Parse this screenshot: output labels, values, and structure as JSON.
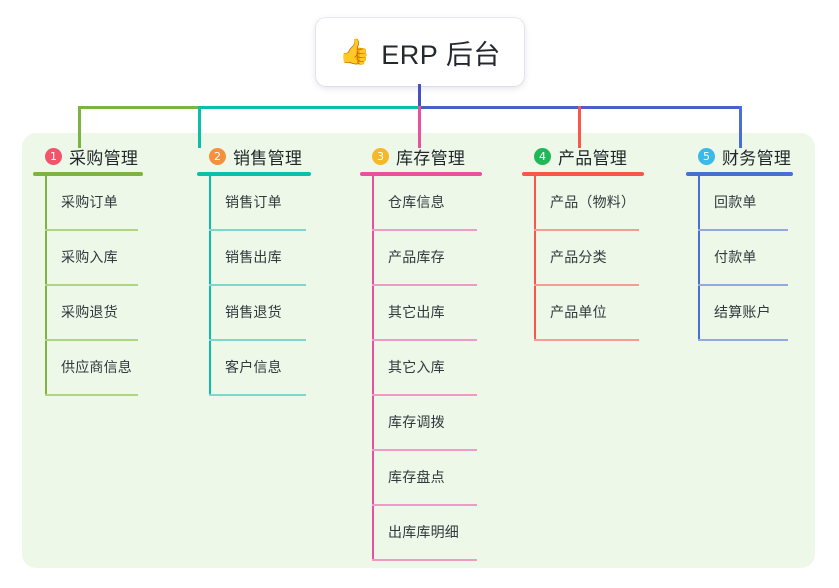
{
  "root": {
    "icon": "thumbs-up-icon",
    "emoji": "👍",
    "title": "ERP 后台"
  },
  "canvas": {
    "background": "#eef8e9"
  },
  "columns": [
    {
      "index": "1",
      "title": "采购管理",
      "badge_color": "#f2556a",
      "line_color": "#7cb342",
      "rule_color": "#aed581",
      "items": [
        "采购订单",
        "采购入库",
        "采购退货",
        "供应商信息"
      ]
    },
    {
      "index": "2",
      "title": "销售管理",
      "badge_color": "#f7903d",
      "line_color": "#0bbfa9",
      "rule_color": "#7fd6cb",
      "items": [
        "销售订单",
        "销售出库",
        "销售退货",
        "客户信息"
      ]
    },
    {
      "index": "3",
      "title": "库存管理",
      "badge_color": "#f5b828",
      "line_color": "#e8519e",
      "rule_color": "#f09ac6",
      "items": [
        "仓库信息",
        "产品库存",
        "其它出库",
        "其它入库",
        "库存调拨",
        "库存盘点",
        "出库库明细"
      ]
    },
    {
      "index": "4",
      "title": "产品管理",
      "badge_color": "#1fb858",
      "line_color": "#f9574c",
      "rule_color": "#f79b93",
      "items": [
        "产品（物料）",
        "产品分类",
        "产品单位"
      ]
    },
    {
      "index": "5",
      "title": "财务管理",
      "badge_color": "#3bb9e8",
      "line_color": "#4a6fd4",
      "rule_color": "#93a9e2",
      "items": [
        "回款单",
        "付款单",
        "结算账户"
      ]
    }
  ],
  "connectors": {
    "root_stem_color": "#4a4fbf",
    "bus_segment_1_color": "#7cb342",
    "bus_segment_2_color": "#0bbfa9",
    "bus_segment_3_color": "#4a5fc8"
  }
}
